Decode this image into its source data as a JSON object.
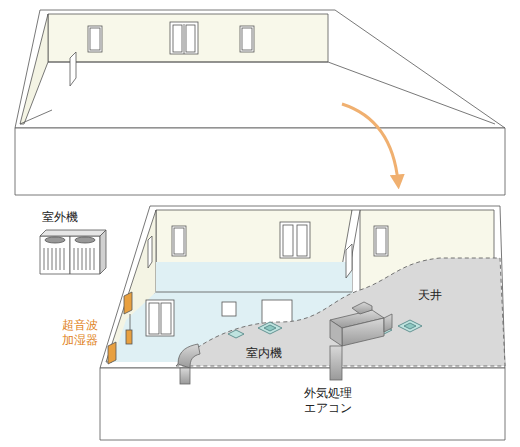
{
  "diagram": {
    "labels": [
      "室外機",
      "超音波 加湿器",
      "天井",
      "室内機",
      "外気処理 エアコン"
    ]
  }
}
